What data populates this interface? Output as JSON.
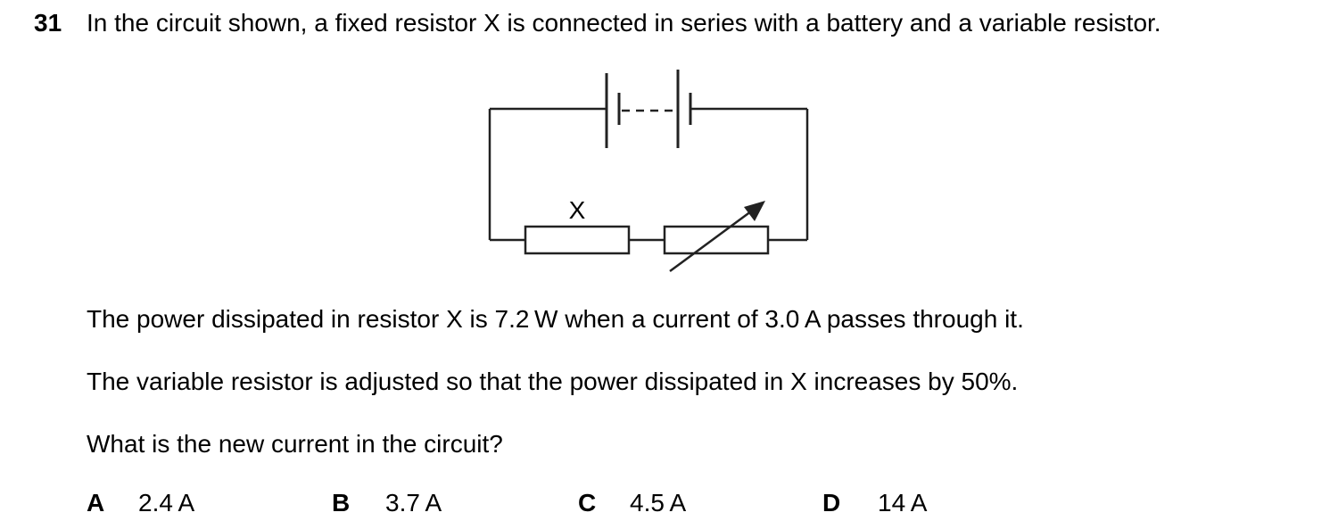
{
  "question": {
    "number": "31",
    "stem": "In the circuit shown, a fixed resistor X is connected in series with a battery and a variable resistor.",
    "diagram": {
      "resistor_label": "X"
    },
    "paragraphs": [
      "The power dissipated in resistor X is 7.2 W when a current of 3.0 A passes through it.",
      "The variable resistor is adjusted so that the power dissipated in X increases by 50%.",
      "What is the new current in the circuit?"
    ],
    "options": [
      {
        "letter": "A",
        "value": "2.4 A"
      },
      {
        "letter": "B",
        "value": "3.7 A"
      },
      {
        "letter": "C",
        "value": "4.5 A"
      },
      {
        "letter": "D",
        "value": "14 A"
      }
    ]
  }
}
